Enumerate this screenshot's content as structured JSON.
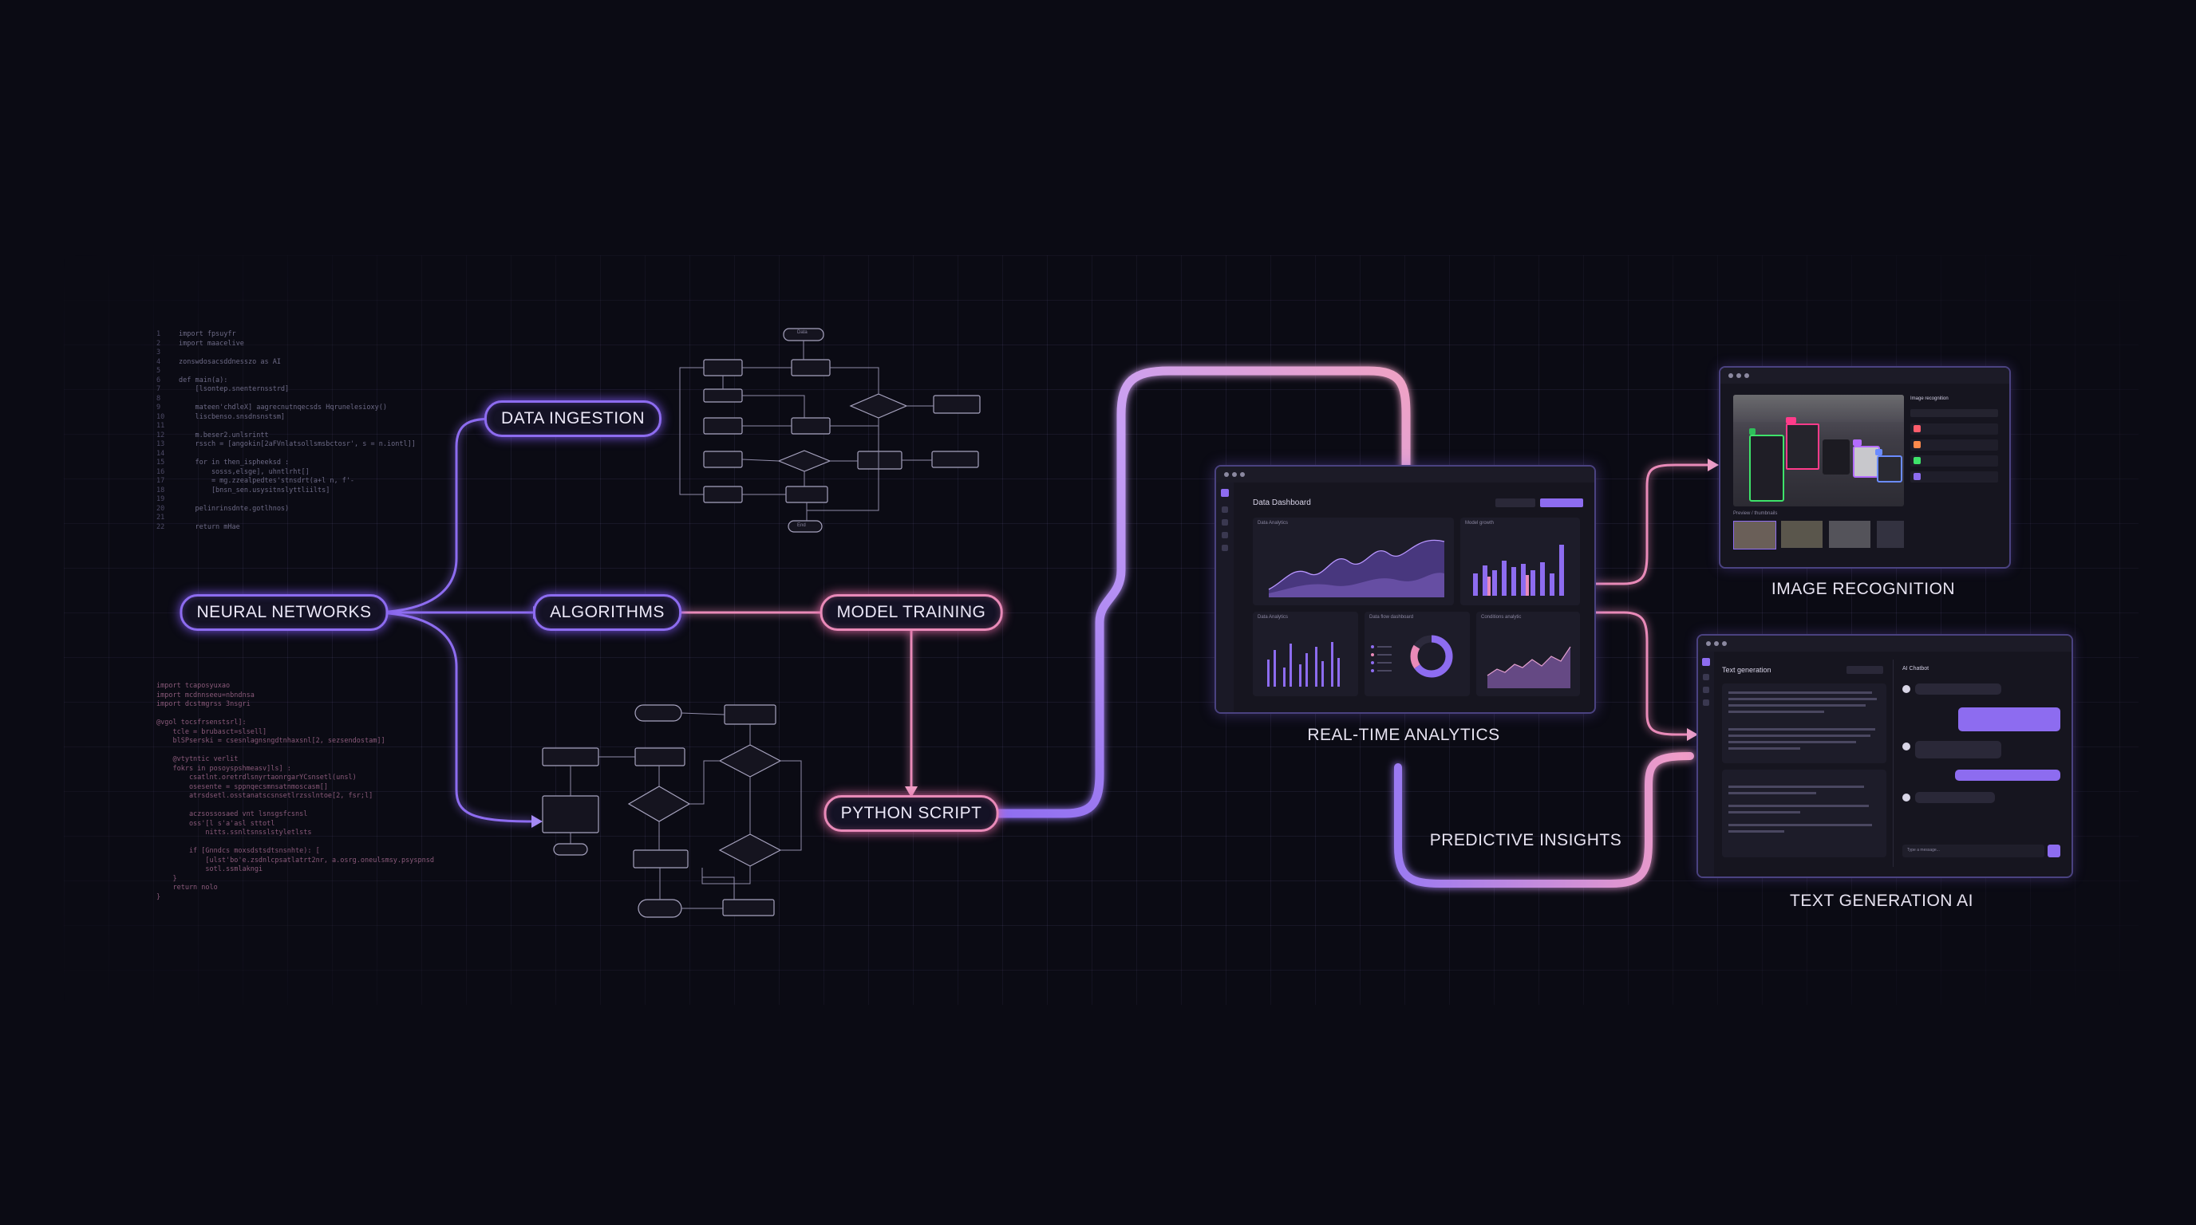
{
  "nodes": {
    "neural_networks": "NEURAL NETWORKS",
    "data_ingestion": "DATA INGESTION",
    "algorithms": "ALGORITHMS",
    "model_training": "MODEL TRAINING",
    "python_script": "PYTHON SCRIPT"
  },
  "captions": {
    "real_time_analytics": "REAL-TIME ANALYTICS",
    "predictive_insights": "PREDICTIVE INSIGHTS",
    "image_recognition": "IMAGE RECOGNITION",
    "text_generation_ai": "TEXT GENERATION AI"
  },
  "flowchart_top": {
    "start": "Data",
    "end": "End"
  },
  "dashboard": {
    "title": "Data Dashboard",
    "panels": [
      "Data Analytics",
      "Model growth",
      "Data Analytics",
      "Data flow dashboard",
      "Conditions analytic"
    ]
  },
  "image_recognition_window": {
    "title": "Image recognition",
    "preview_label": "Preview / thumbnails"
  },
  "text_generation_window": {
    "left_title": "Text generation",
    "right_title": "AI Chatbot",
    "input_placeholder": "Type a message..."
  },
  "colors": {
    "purple": "#8d6cf0",
    "pink": "#e98ab8",
    "background": "#0b0b14"
  }
}
